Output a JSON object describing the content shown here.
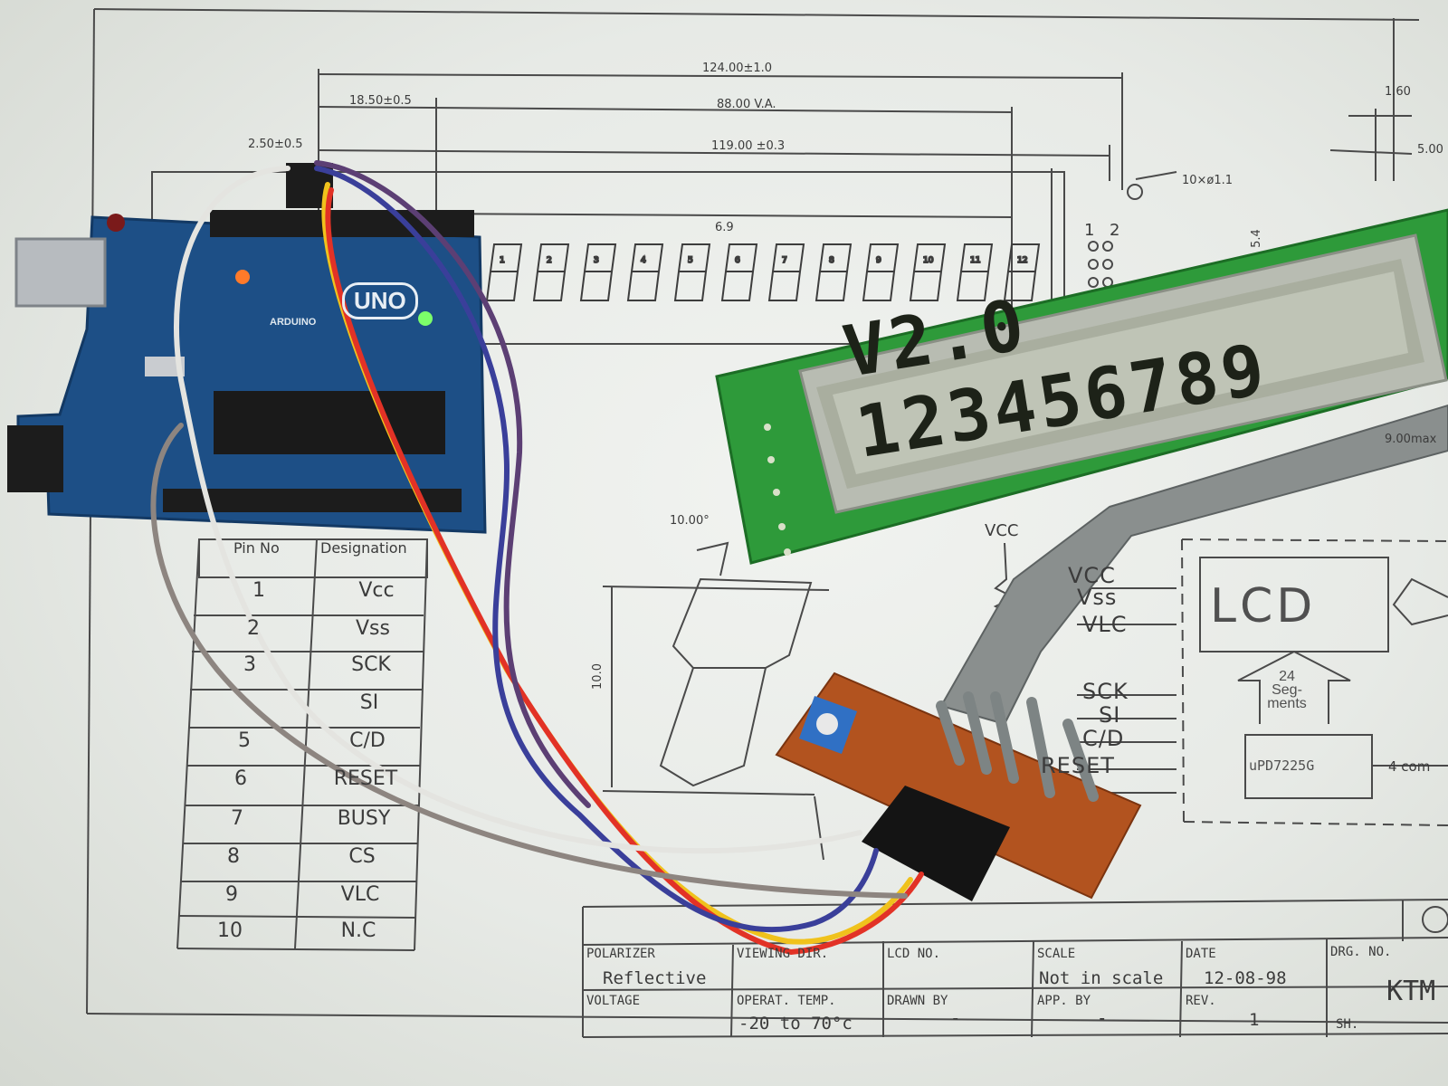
{
  "dimensions": {
    "total_width": "124.00±1.0",
    "offset": "18.50±0.5",
    "viewing_area": "88.00 V.A.",
    "pcb_width": "119.00 ±0.3",
    "edge": "2.50±0.5",
    "holes": "10×ø1.1",
    "thickness": "1.60",
    "side": "5.00",
    "pitch": "6.9",
    "digit_angle": "10.00°",
    "digit_height": "10.0",
    "module_depth": "9.00max",
    "pin_nums": [
      "1",
      "2"
    ],
    "side_tick": "5.4"
  },
  "pin_table": {
    "headers": [
      "Pin No",
      "Designation"
    ],
    "rows": [
      {
        "pin": "1",
        "designation": "Vcc"
      },
      {
        "pin": "2",
        "designation": "Vss"
      },
      {
        "pin": "3",
        "designation": "SCK"
      },
      {
        "pin": "",
        "designation": "SI"
      },
      {
        "pin": "5",
        "designation": "C/D"
      },
      {
        "pin": "6",
        "designation": "RESET"
      },
      {
        "pin": "7",
        "designation": "BUSY"
      },
      {
        "pin": "8",
        "designation": "CS"
      },
      {
        "pin": "9",
        "designation": "VLC"
      },
      {
        "pin": "10",
        "designation": "N.C"
      }
    ]
  },
  "block_diagram": {
    "lcd_label": "LCD",
    "segments_label": [
      "24",
      "Seg-",
      "ments"
    ],
    "chip_label": "uPD7225G",
    "common_label": "4 com",
    "supply_label": "VCC",
    "signals": [
      "VCC",
      "Vss",
      "VLC",
      "SCK",
      "SI",
      "C/D",
      "RESET"
    ]
  },
  "digit_numbers": [
    "1",
    "2",
    "3",
    "4",
    "5",
    "6",
    "7",
    "8",
    "9",
    "10",
    "11",
    "12"
  ],
  "title_block": {
    "polarizer_label": "POLARIZER",
    "polarizer_value": "Reflective",
    "viewing_dir_label": "VIEWING DIR.",
    "lcd_no_label": "LCD NO.",
    "scale_label": "SCALE",
    "scale_value": "Not in scale",
    "date_label": "DATE",
    "date_value": "12-08-98",
    "drg_no_label": "DRG. NO.",
    "drg_no_value": "KTM",
    "voltage_label": "VOLTAGE",
    "op_temp_label": "OPERAT. TEMP.",
    "op_temp_value": "-20 to 70°c",
    "drawn_by_label": "DRAWN BY",
    "drawn_by_value": "-",
    "app_by_label": "APP. BY",
    "app_by_value": "-",
    "rev_label": "REV.",
    "rev_value": "1",
    "sh_label": "SH."
  },
  "lcd_display": {
    "text": "V2.0 123456789",
    "pcb_color": "#2e9a3a",
    "glass_color": "#b9bfb0"
  },
  "arduino": {
    "logo": "UNO",
    "brand": "ARDUINO",
    "board_color": "#1d4f86",
    "led_power_color": "#7cff6a",
    "led_l_color": "#ff7a2a"
  },
  "wires": {
    "colors": [
      "#f0c21c",
      "#e23226",
      "#3a3f9a",
      "#5c3f74",
      "#e4e4e0",
      "#8d8580"
    ]
  }
}
